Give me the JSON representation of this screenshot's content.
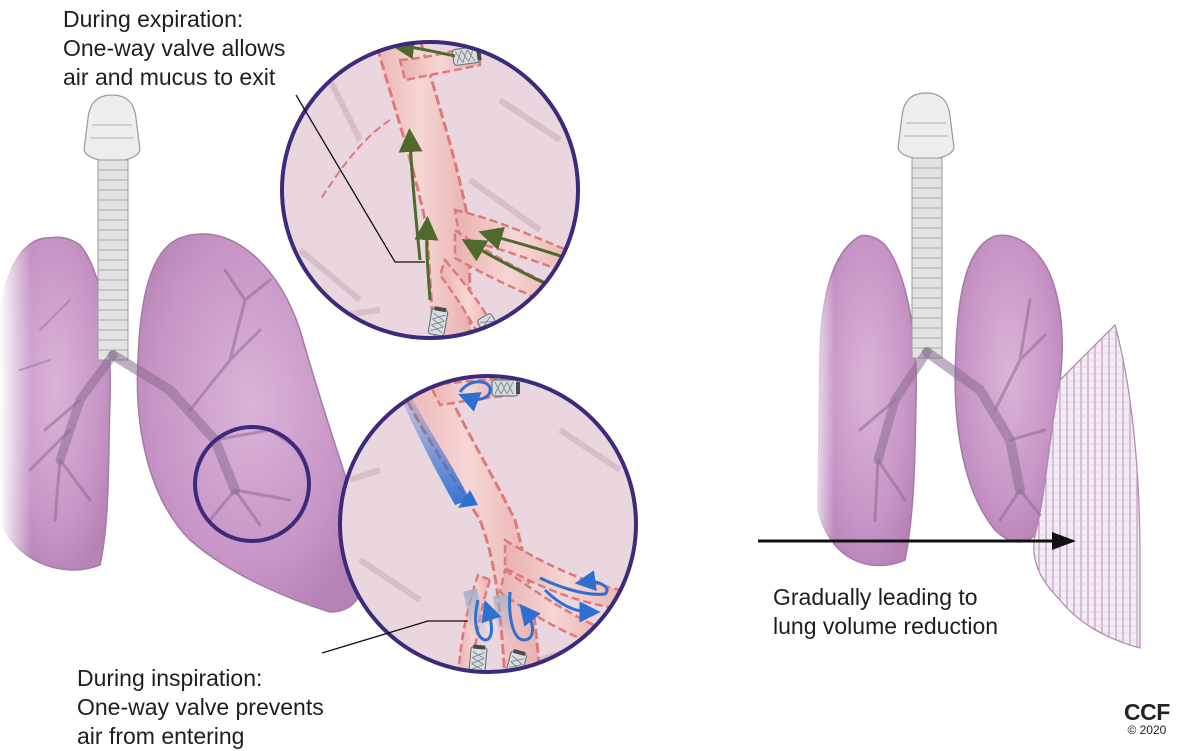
{
  "captions": {
    "expiration": {
      "line1": "During expiration:",
      "line2": "One-way valve allows",
      "line3": "air and mucus to exit"
    },
    "inspiration": {
      "line1": "During inspiration:",
      "line2": "One-way valve prevents",
      "line3": "air from entering"
    },
    "reduction": {
      "line1": "Gradually leading to",
      "line2": "lung volume reduction"
    }
  },
  "credit": {
    "mark": "CCF",
    "year": "© 2020"
  },
  "colors": {
    "lung_fill": "#cf9fcf",
    "lung_outline": "#a67aa6",
    "airway_wall": "#e07a78",
    "airway_lumen": "#f2cccc",
    "zoom_circle": "#3c2a7a",
    "zoom_background": "#ead6df",
    "expiration_arrow": "#4e6b2c",
    "inspiration_arrow": "#2e6fd0",
    "trachea": "#e4e4e4",
    "annotation_line": "#111111"
  },
  "icons": {
    "valve": "one-way-valve-stent-icon",
    "exhale_arrow": "airflow-out-arrow-icon",
    "inhale_arrow": "airflow-in-arrow-icon"
  }
}
